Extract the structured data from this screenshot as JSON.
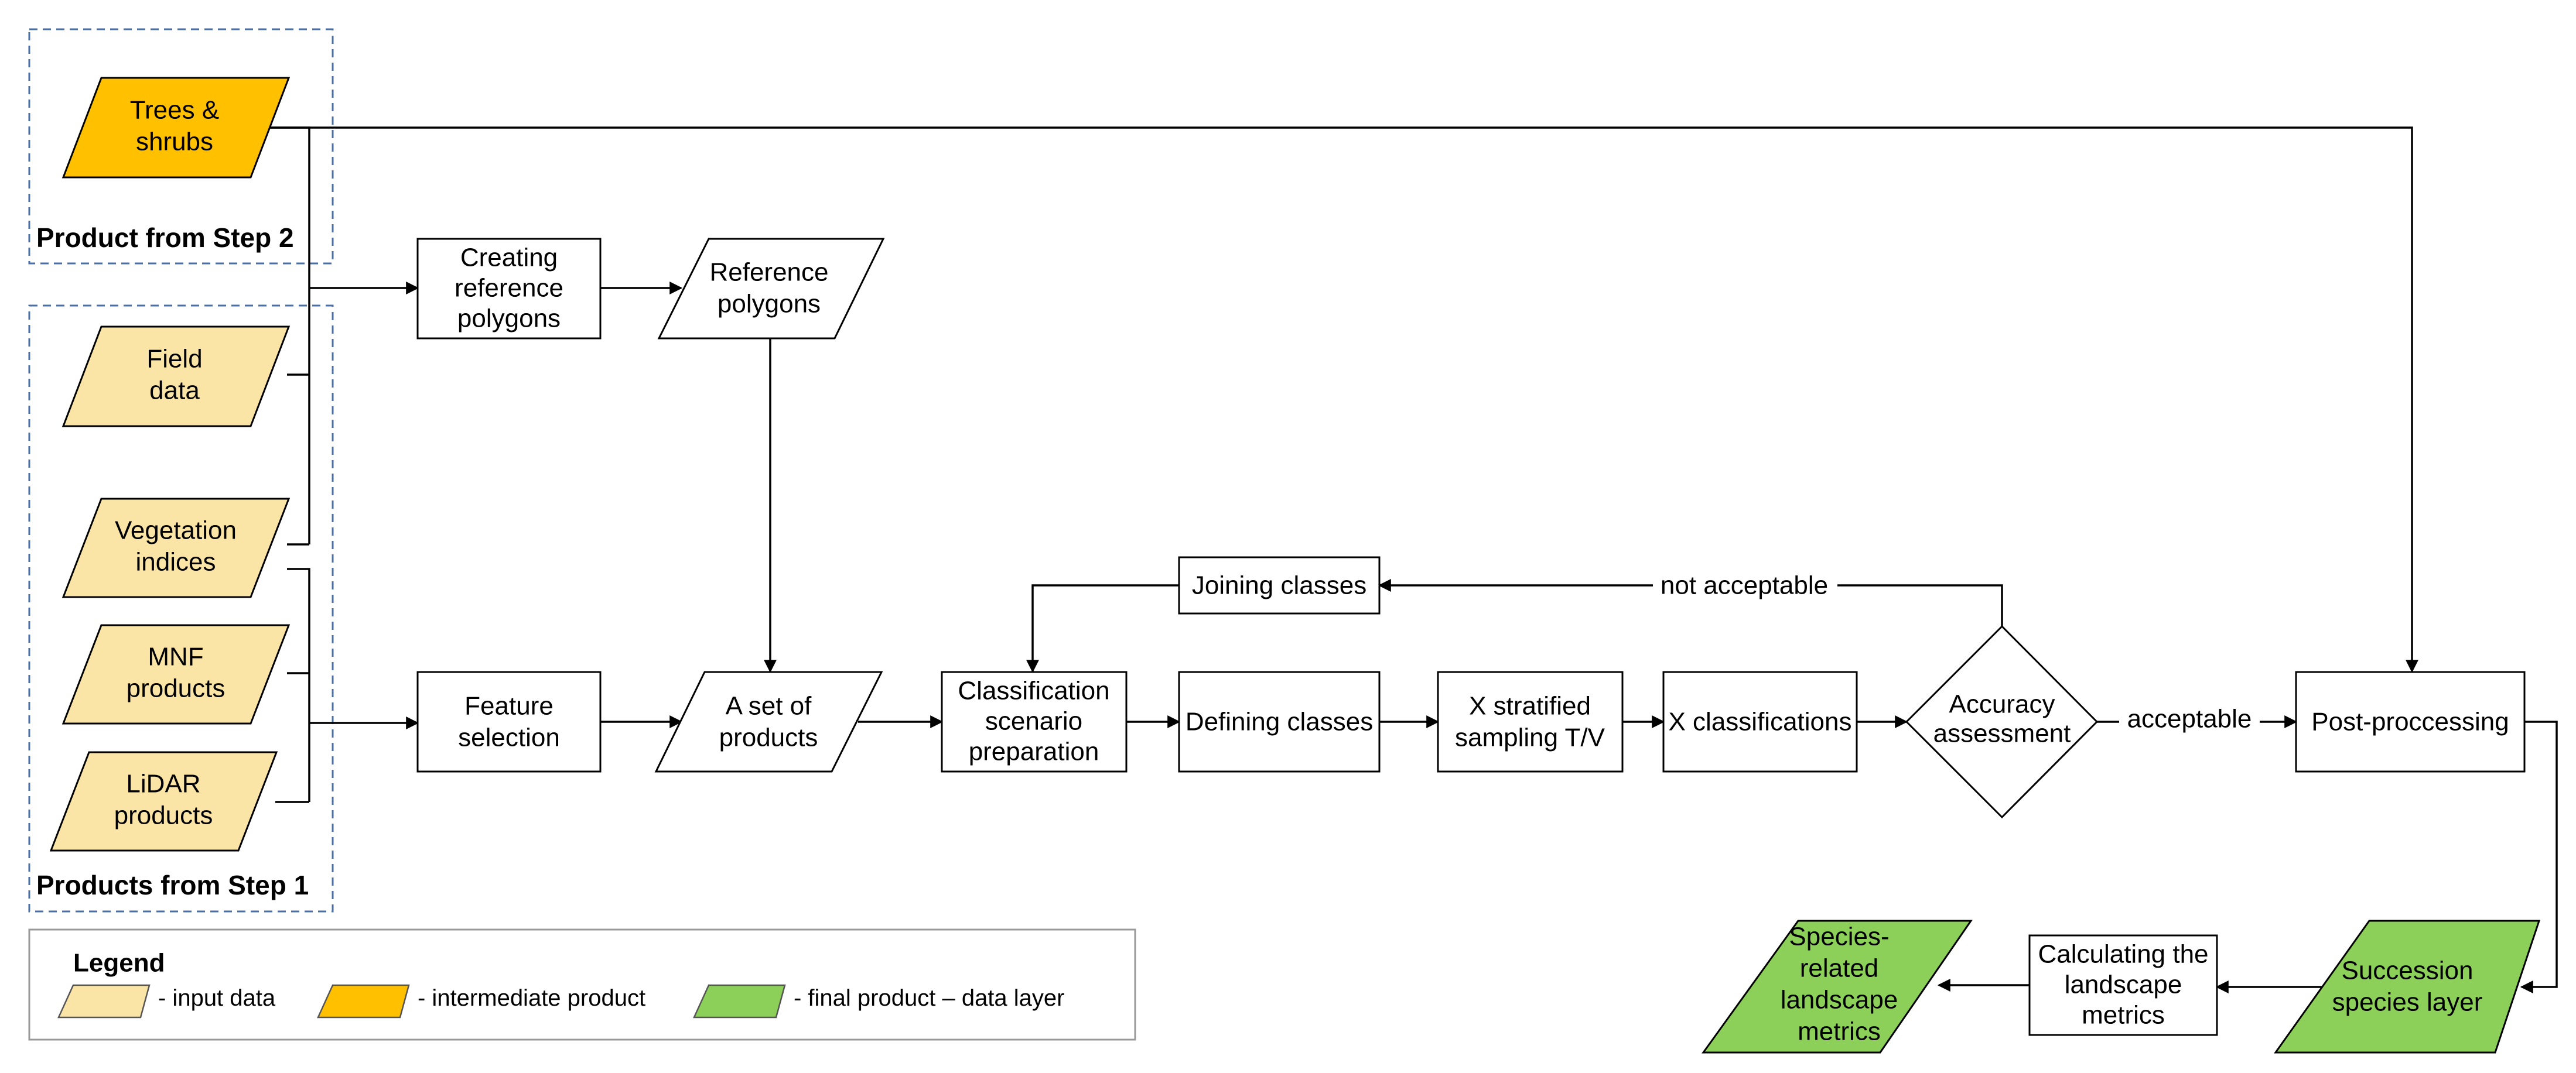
{
  "colors": {
    "input_data": "#FBE5A6",
    "intermediate_product": "#FFC000",
    "final_product": "#8CD05A",
    "process_box": "#FFFFFF",
    "group_border": "#4A6FA5"
  },
  "groups": {
    "step2": "Product from Step 2",
    "step1": "Products from Step 1"
  },
  "inputs": {
    "trees": [
      "Trees &",
      "shrubs"
    ],
    "field": [
      "Field",
      "data"
    ],
    "veg": [
      "Vegetation",
      "indices"
    ],
    "mnf": [
      "MNF",
      "products"
    ],
    "lidar": [
      "LiDAR",
      "products"
    ]
  },
  "nodes": {
    "creating": [
      "Creating",
      "reference",
      "polygons"
    ],
    "refpoly": [
      "Reference",
      "polygons"
    ],
    "feature": [
      "Feature",
      "selection"
    ],
    "aset": [
      "A set of",
      "products"
    ],
    "classprep": [
      "Classification",
      "scenario",
      "preparation"
    ],
    "defining": [
      "Defining classes"
    ],
    "joining": [
      "Joining classes"
    ],
    "xstrat": [
      "X stratified",
      "sampling T/V"
    ],
    "xclass": [
      "X classifications"
    ],
    "accuracy": [
      "Accuracy",
      "assessment"
    ],
    "post": [
      "Post-proccessing"
    ],
    "succession": [
      "Succession",
      "species layer"
    ],
    "calc": [
      "Calculating the",
      "landscape",
      "metrics"
    ],
    "species": [
      "Species-",
      "related",
      "landscape",
      "metrics"
    ]
  },
  "edge_labels": {
    "not_acceptable": "not acceptable",
    "acceptable": "acceptable"
  },
  "legend": {
    "title": "Legend",
    "input": "- input data",
    "intermediate": "- intermediate product",
    "final": "- final product – data layer"
  }
}
